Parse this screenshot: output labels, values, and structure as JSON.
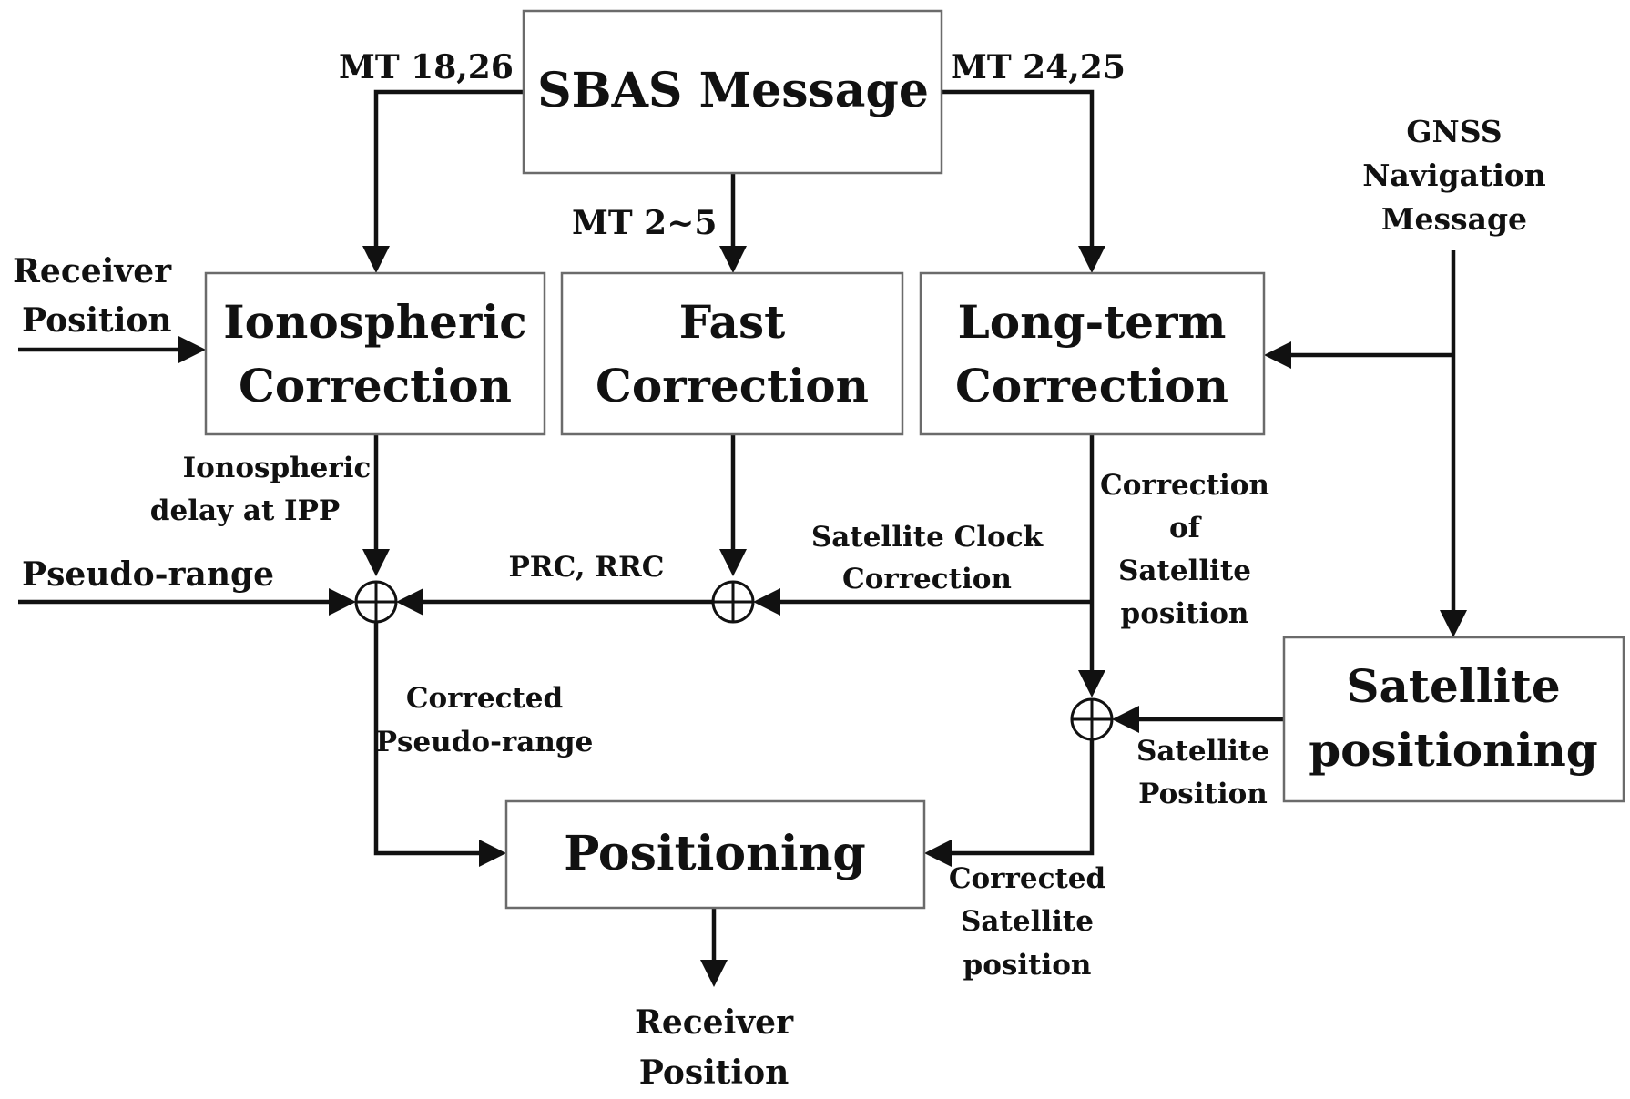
{
  "blocks": {
    "sbas_message": "SBAS Message",
    "ionospheric_correction": [
      "Ionospheric",
      "Correction"
    ],
    "fast_correction": [
      "Fast",
      "Correction"
    ],
    "long_term_correction": [
      "Long-term",
      "Correction"
    ],
    "satellite_positioning": [
      "Satellite",
      "positioning"
    ],
    "positioning": "Positioning"
  },
  "message_types": {
    "iono": "MT 18,26",
    "fast": "MT 2~5",
    "long_term": "MT 24,25"
  },
  "signals": {
    "gnss_navigation_message": [
      "GNSS",
      "Navigation",
      "Message"
    ],
    "receiver_position_in": [
      "Receiver",
      "Position"
    ],
    "pseudo_range": "Pseudo-range",
    "ionospheric_delay": [
      "Ionospheric",
      "delay at IPP"
    ],
    "prc_rrc": "PRC, RRC",
    "satellite_clock_correction": [
      "Satellite Clock",
      "Correction"
    ],
    "correction_of_satellite_position": [
      "Correction",
      "of",
      "Satellite",
      "position"
    ],
    "corrected_pseudo_range": [
      "Corrected",
      "Pseudo-range"
    ],
    "satellite_position": [
      "Satellite",
      "Position"
    ],
    "corrected_satellite_position": [
      "Corrected",
      "Satellite",
      "position"
    ],
    "receiver_position_out": [
      "Receiver",
      "Position"
    ]
  }
}
